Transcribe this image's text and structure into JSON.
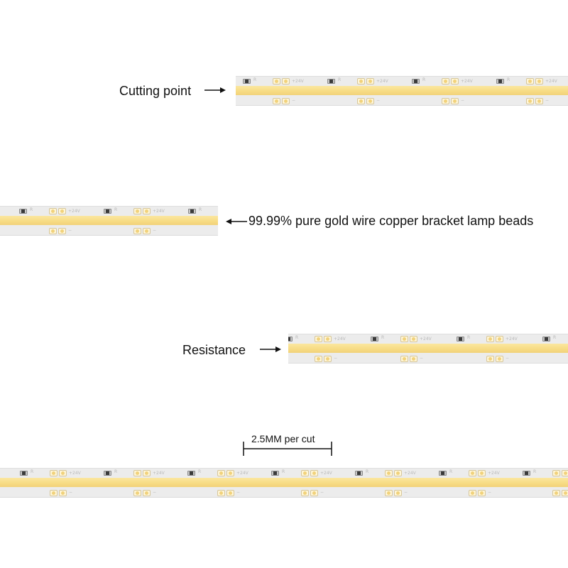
{
  "callouts": {
    "cutting_point": "Cutting point",
    "lamp_beads": "99.99% pure gold wire copper bracket lamp beads",
    "resistance": "Resistance",
    "cut_length": "2.5MM per cut"
  },
  "strip_markings": {
    "voltage": "+24V",
    "polarity_minus": "−",
    "resistor_code": "R"
  },
  "colors": {
    "phosphor_band": "#f7dc85",
    "pcb": "#ececec",
    "text": "#111111"
  },
  "icons": {
    "arrow": "right-arrow-icon",
    "dimension": "dimension-bracket-icon"
  }
}
